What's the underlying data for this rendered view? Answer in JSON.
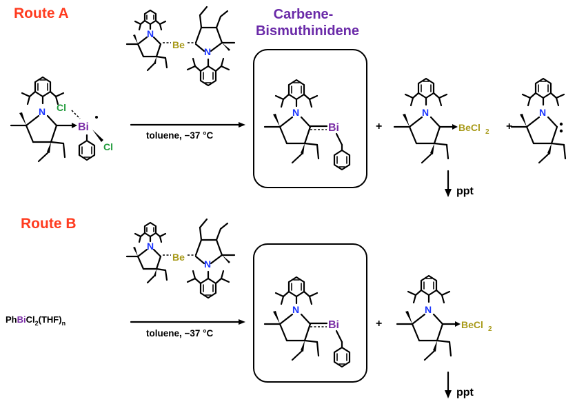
{
  "routes": {
    "route_a_label": "Route A",
    "route_b_label": "Route B"
  },
  "title": {
    "line1": "Carbene-",
    "line2": "Bismuthinidene"
  },
  "conditions": {
    "route_a": "toluene, −37 °C",
    "route_b": "toluene, −37 °C"
  },
  "atoms": {
    "N": "N",
    "Bi": "Bi",
    "Be": "Be",
    "Cl": "Cl",
    "BeCl": "BeCl",
    "sub2": "2"
  },
  "operators": {
    "plus": "+"
  },
  "precipitate": "ppt",
  "reagent_b": {
    "prefix": "Ph",
    "bi": "Bi",
    "cl": "Cl",
    "sub2": "2",
    "thf": "(THF)",
    "subn": "n"
  },
  "colors": {
    "route": "#ff3b1f",
    "title": "#6a2aa8",
    "N": "#1a34ff",
    "Bi": "#7a2da6",
    "Be": "#a89a1a",
    "Cl": "#1f9a3a",
    "bond": "#000000"
  },
  "icons": {
    "dipp": "aryl-ring-icon",
    "phenyl": "phenyl-ring-icon",
    "arrow": "reaction-arrow-icon",
    "ppt_arrow": "down-arrow-icon"
  }
}
